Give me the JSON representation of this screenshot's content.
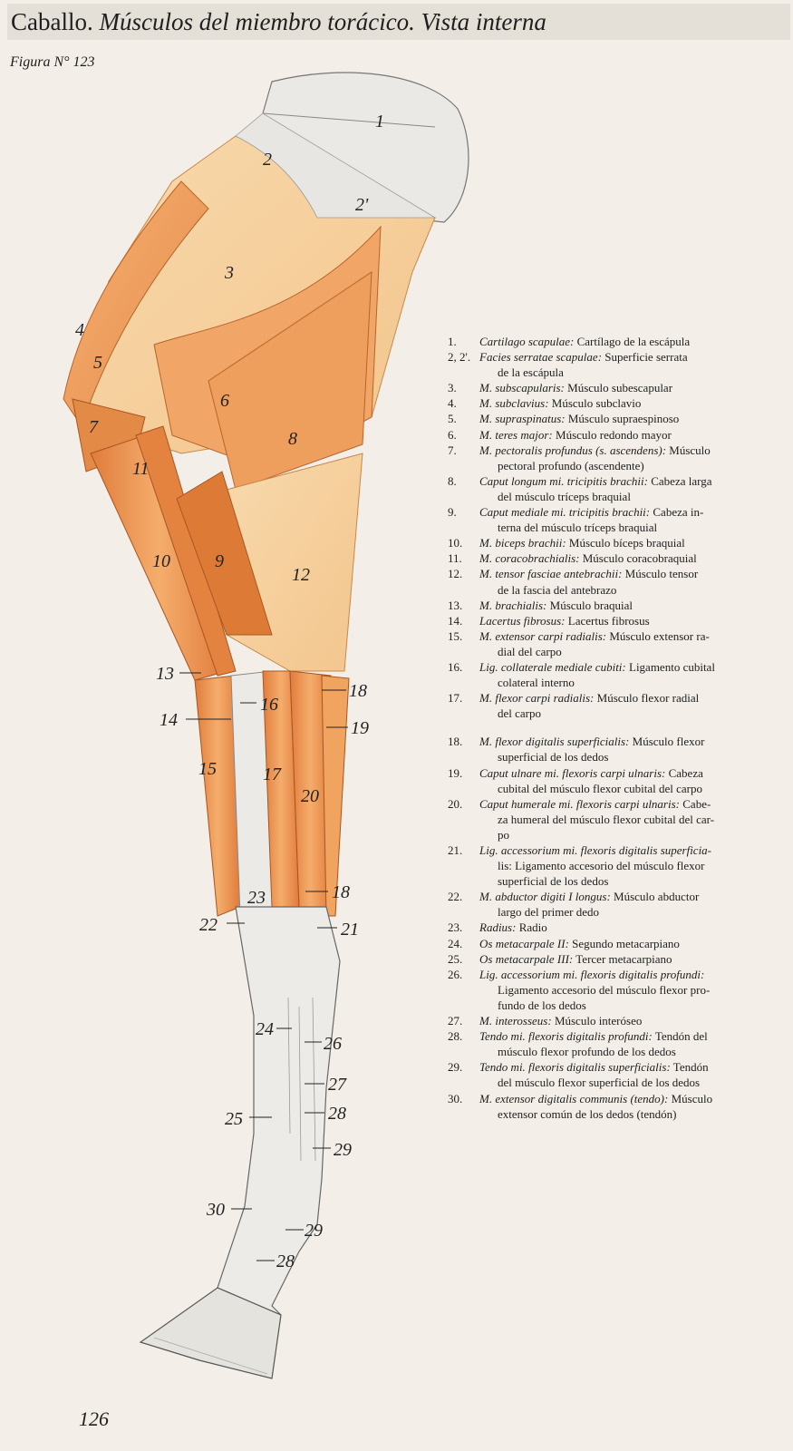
{
  "header": {
    "title_plain": "Caballo. ",
    "title_italic": "Músculos del miembro torácico. Vista interna",
    "figure_label": "Figura N° 123"
  },
  "figure": {
    "labels": [
      "1",
      "2",
      "2'",
      "3",
      "4",
      "5",
      "6",
      "7",
      "8",
      "9",
      "10",
      "11",
      "12",
      "13",
      "14",
      "15",
      "16",
      "17",
      "18",
      "19",
      "20",
      "23",
      "18",
      "22",
      "21",
      "24",
      "26",
      "27",
      "25",
      "28",
      "29",
      "30",
      "29",
      "28"
    ]
  },
  "legend": [
    {
      "num": "1.",
      "latin": "Cartilago scapulae:",
      "text": " Cartílago de la escápula",
      "cont": ""
    },
    {
      "num": "2, 2'.",
      "latin": "Facies serratae scapulae:",
      "text": " Superficie serrata",
      "cont": "de la escápula"
    },
    {
      "num": "3.",
      "latin": "M. subscapularis:",
      "text": " Músculo subescapular",
      "cont": ""
    },
    {
      "num": "4.",
      "latin": "M. subclavius:",
      "text": " Músculo subclavio",
      "cont": ""
    },
    {
      "num": "5.",
      "latin": "M. supraspinatus:",
      "text": " Músculo supraespinoso",
      "cont": ""
    },
    {
      "num": "6.",
      "latin": "M. teres major:",
      "text": " Músculo redondo mayor",
      "cont": ""
    },
    {
      "num": "7.",
      "latin": "M. pectoralis profundus (s. ascendens):",
      "text": " Músculo",
      "cont": "pectoral profundo (ascendente)"
    },
    {
      "num": "8.",
      "latin": "Caput longum mi. tricipitis brachii:",
      "text": " Cabeza larga",
      "cont": "del músculo tríceps braquial"
    },
    {
      "num": "9.",
      "latin": "Caput mediale mi. tricipitis brachii:",
      "text": " Cabeza in-",
      "cont": "terna del músculo tríceps braquial"
    },
    {
      "num": "10.",
      "latin": "M. biceps brachii:",
      "text": " Músculo bíceps braquial",
      "cont": ""
    },
    {
      "num": "11.",
      "latin": "M. coracobrachialis:",
      "text": " Músculo coracobraquial",
      "cont": ""
    },
    {
      "num": "12.",
      "latin": "M. tensor fasciae antebrachii:",
      "text": " Músculo tensor",
      "cont": "de la fascia del antebrazo"
    },
    {
      "num": "13.",
      "latin": "M. brachialis:",
      "text": " Músculo braquial",
      "cont": ""
    },
    {
      "num": "14.",
      "latin": "Lacertus fibrosus:",
      "text": " Lacertus fibrosus",
      "cont": ""
    },
    {
      "num": "15.",
      "latin": "M. extensor carpi radialis:",
      "text": " Músculo extensor ra-",
      "cont": "dial del carpo"
    },
    {
      "num": "16.",
      "latin": "Lig. collaterale mediale cubiti:",
      "text": " Ligamento cubital",
      "cont": "colateral interno"
    },
    {
      "num": "17.",
      "latin": "M. flexor carpi radialis:",
      "text": " Músculo flexor radial",
      "cont": "del carpo"
    },
    {
      "num": "18.",
      "latin": "M. flexor digitalis superficialis:",
      "text": " Músculo flexor",
      "cont": "superficial de los dedos"
    },
    {
      "num": "19.",
      "latin": "Caput ulnare mi. flexoris carpi ulnaris:",
      "text": " Cabeza",
      "cont": "cubital del músculo flexor cubital del carpo"
    },
    {
      "num": "20.",
      "latin": "Caput humerale mi. flexoris carpi ulnaris:",
      "text": " Cabe-",
      "cont": "za humeral del músculo flexor cubital del car-",
      "cont2": "po"
    },
    {
      "num": "21.",
      "latin": "Lig. accessorium mi. flexoris digitalis superficia-",
      "text": "",
      "cont": "lis: Ligamento accesorio del músculo flexor",
      "cont2": "superficial de los dedos"
    },
    {
      "num": "22.",
      "latin": "M. abductor digiti I longus:",
      "text": " Músculo abductor",
      "cont": "largo del primer dedo"
    },
    {
      "num": "23.",
      "latin": "Radius:",
      "text": " Radio",
      "cont": ""
    },
    {
      "num": "24.",
      "latin": "Os metacarpale II:",
      "text": " Segundo metacarpiano",
      "cont": ""
    },
    {
      "num": "25.",
      "latin": "Os metacarpale III:",
      "text": " Tercer metacarpiano",
      "cont": ""
    },
    {
      "num": "26.",
      "latin": "Lig. accessorium mi. flexoris digitalis profundi:",
      "text": "",
      "cont": "Ligamento accesorio del músculo flexor pro-",
      "cont2": "fundo de los dedos"
    },
    {
      "num": "27.",
      "latin": "M. interosseus:",
      "text": " Músculo interóseo",
      "cont": ""
    },
    {
      "num": "28.",
      "latin": "Tendo mi. flexoris digitalis profundi:",
      "text": " Tendón del",
      "cont": "músculo flexor profundo de los dedos"
    },
    {
      "num": "29.",
      "latin": "Tendo mi. flexoris digitalis superficialis:",
      "text": " Tendón",
      "cont": "del músculo flexor superficial de los dedos"
    },
    {
      "num": "30.",
      "latin": "M. extensor digitalis communis (tendo):",
      "text": " Músculo",
      "cont": "extensor común de los dedos (tendón)"
    }
  ],
  "footer": {
    "page_number": "126"
  },
  "colors": {
    "muscle": "#f0a460",
    "muscle_dark": "#d87a3a",
    "cartilage": "#e8e6e2",
    "tendon": "#eceae6"
  }
}
